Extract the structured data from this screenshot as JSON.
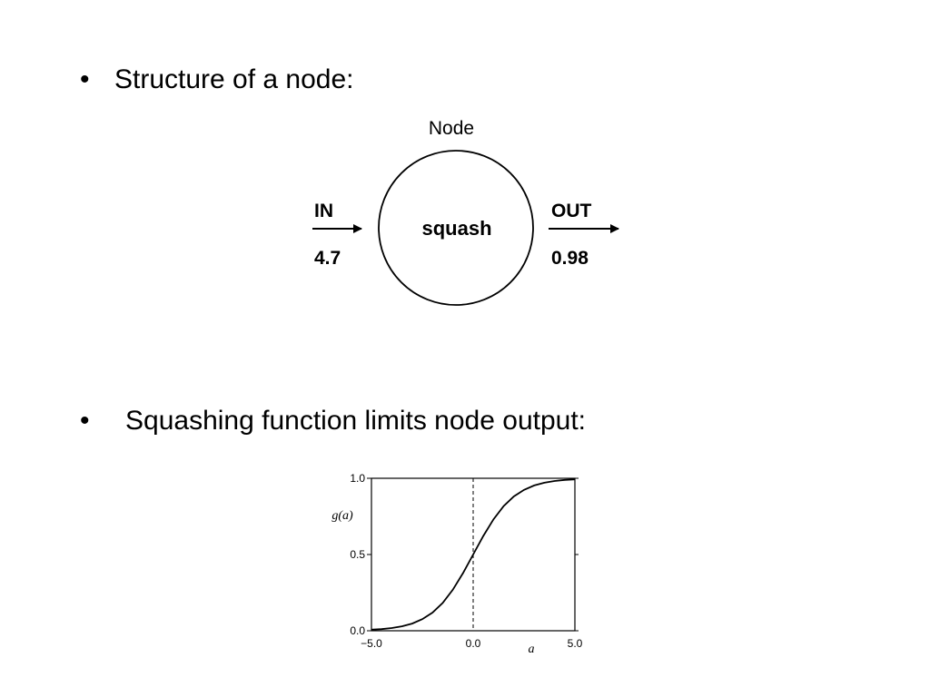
{
  "bullets": [
    {
      "marker": "•",
      "text": "Structure of a node:"
    },
    {
      "marker": "•",
      "text": "Squashing function limits node output:"
    }
  ],
  "node_diagram": {
    "title": "Node",
    "center_label": "squash",
    "input_label": "IN",
    "input_value": "4.7",
    "output_label": "OUT",
    "output_value": "0.98"
  },
  "chart_data": {
    "type": "line",
    "function": "sigmoid",
    "ylabel": "g(a)",
    "xlabel": "a",
    "xlim": [
      -5.0,
      5.0
    ],
    "ylim": [
      0.0,
      1.0
    ],
    "x_ticks": [
      "−5.0",
      "0.0",
      "5.0"
    ],
    "y_ticks": [
      "0.0",
      "0.5",
      "1.0"
    ],
    "reference_line": {
      "x": 0.0,
      "style": "dashed"
    },
    "series": [
      {
        "x": [
          -5,
          -4.5,
          -4,
          -3.5,
          -3,
          -2.5,
          -2,
          -1.5,
          -1,
          -0.5,
          0,
          0.5,
          1,
          1.5,
          2,
          2.5,
          3,
          3.5,
          4,
          4.5,
          5
        ],
        "y": [
          0.007,
          0.011,
          0.018,
          0.029,
          0.047,
          0.076,
          0.119,
          0.182,
          0.269,
          0.378,
          0.5,
          0.622,
          0.731,
          0.818,
          0.881,
          0.924,
          0.953,
          0.971,
          0.982,
          0.989,
          0.993
        ]
      }
    ],
    "grid": false
  }
}
